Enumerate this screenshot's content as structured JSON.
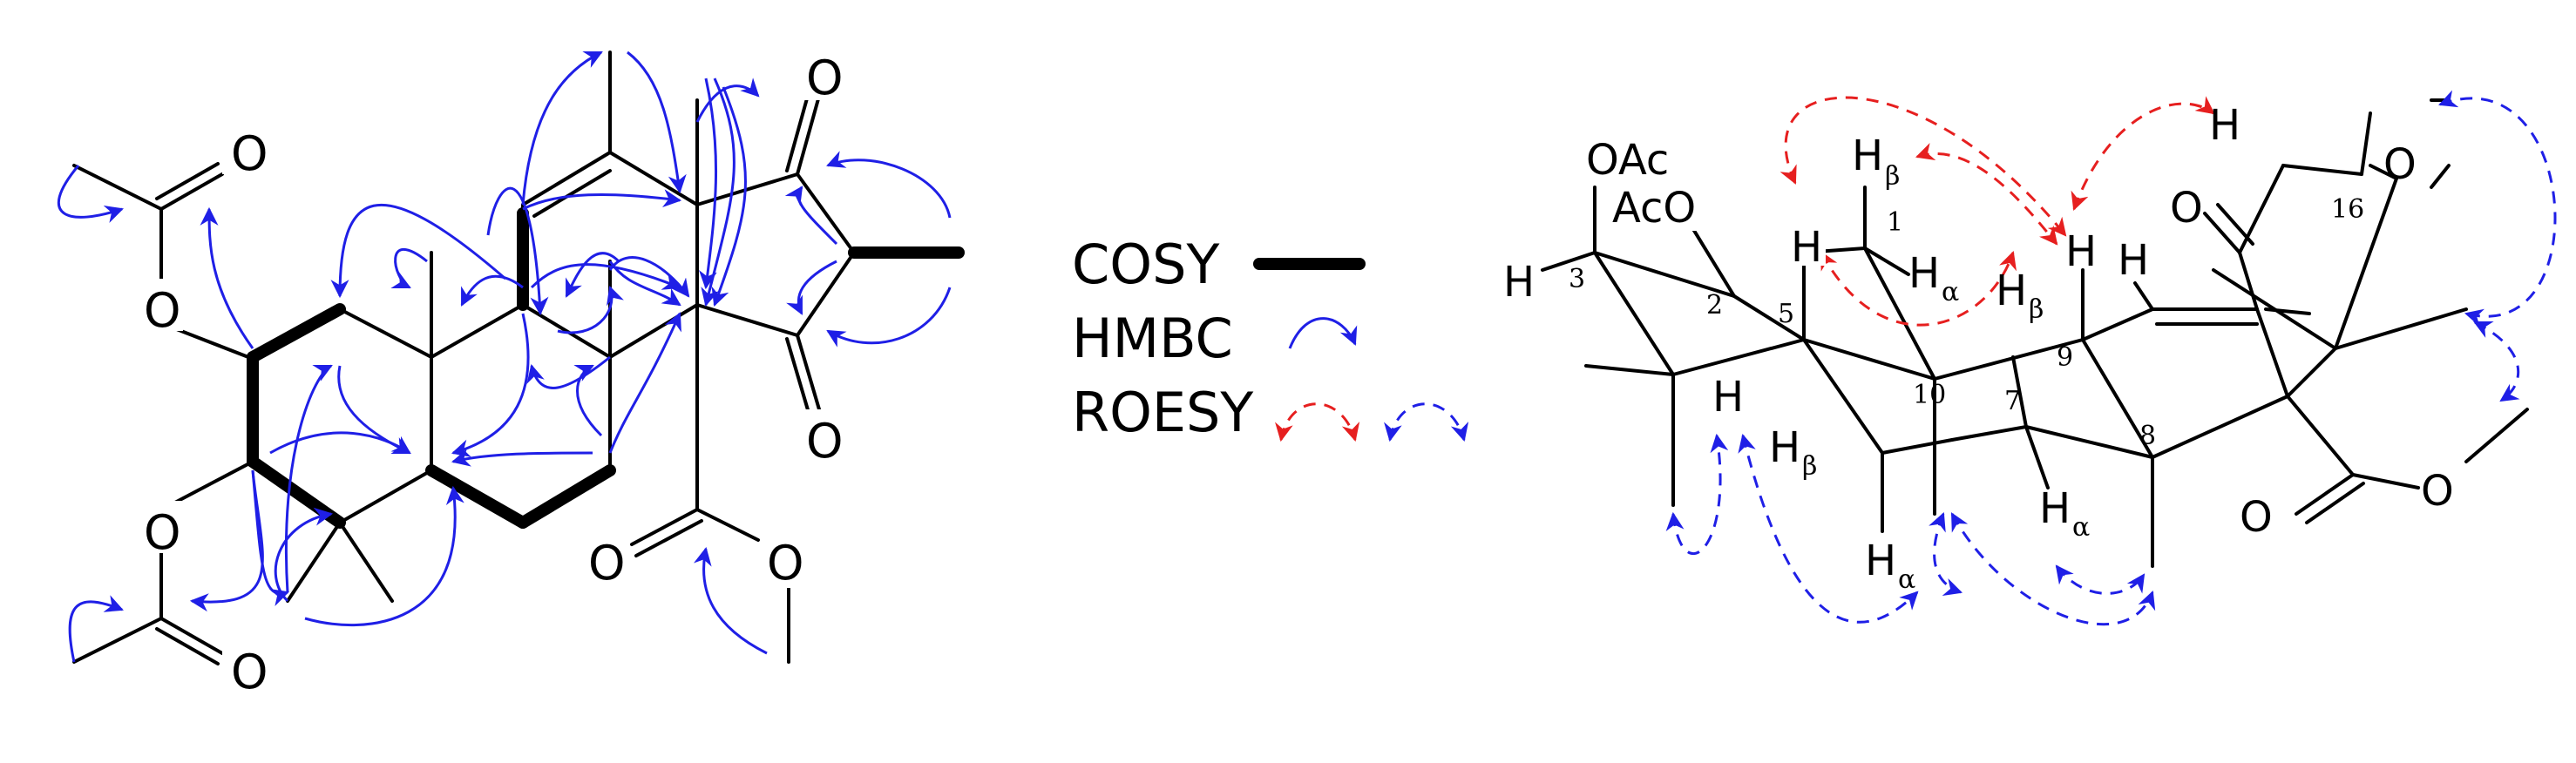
{
  "legend": {
    "cosy": "COSY",
    "hmbc": "HMBC",
    "roesy": "ROESY"
  },
  "left_structure": {
    "atoms": {
      "o_top_ketone": "O",
      "o_bottom_ketone": "O",
      "o_ester_carbonyl": "O",
      "o_ester_methoxy": "O",
      "o_acetyl_top_carbonyl": "O",
      "o_acetyl_top_ester": "O",
      "o_acetyl_bottom_ester": "O",
      "o_acetyl_bottom_carbonyl": "O"
    }
  },
  "right_structure": {
    "groups": {
      "oac": "OAc",
      "aco": "AcO"
    },
    "hydrogens": {
      "h3": "H",
      "h5": "H",
      "h_low": "H",
      "h_beta_top": "H",
      "h_alpha_top": "H",
      "h_beta_right": "H",
      "h9": "H",
      "h_vinyl": "H",
      "h_top_right": "H",
      "h_beta_left": "H",
      "h_alpha_bottom": "H",
      "h_alpha_right": "H"
    },
    "subscripts": {
      "beta": "β",
      "alpha": "α"
    },
    "oxygens": {
      "o_ketone_left": "O",
      "o_ketone_right": "O",
      "o_lactone_carbonyl": "O",
      "o_lactone_ring": "O"
    },
    "numbers": {
      "n1": "1",
      "n2": "2",
      "n3": "3",
      "n5": "5",
      "n7": "7",
      "n8": "8",
      "n9": "9",
      "n10": "10",
      "n16": "16"
    }
  }
}
